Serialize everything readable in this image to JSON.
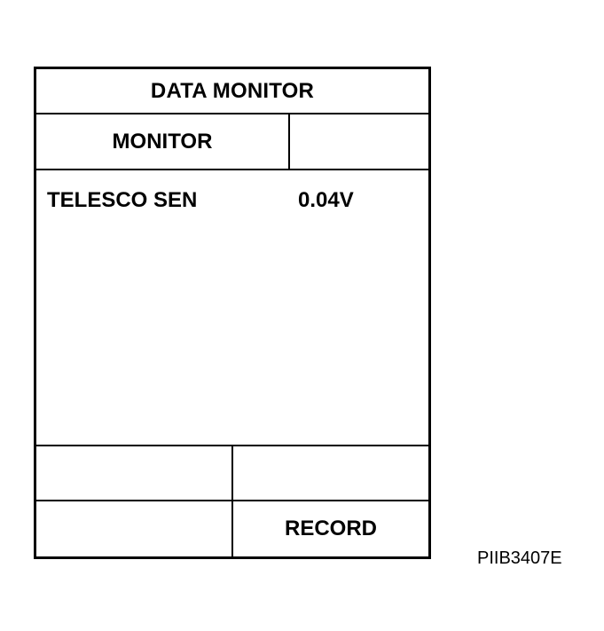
{
  "screen": {
    "title": "DATA MONITOR",
    "header": {
      "left_label": "MONITOR",
      "right_label": ""
    },
    "items": [
      {
        "name": "TELESCO SEN",
        "value": "0.04V"
      }
    ],
    "buttons": {
      "row1_left": "",
      "row1_right": "",
      "row2_left": "",
      "row2_right": "RECORD"
    }
  },
  "figure_code": "PIIB3407E"
}
